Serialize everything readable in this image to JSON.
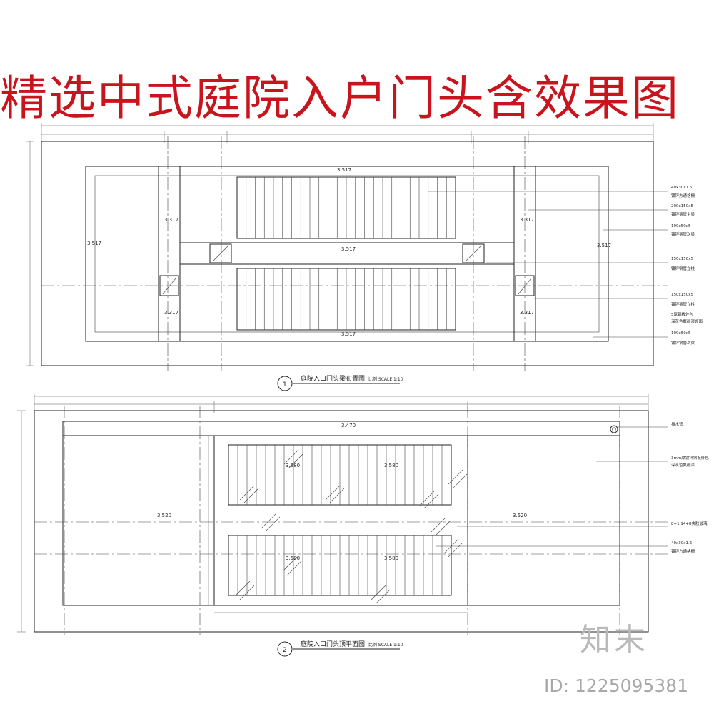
{
  "banner": {
    "title": "精选中式庭院入户门头含效果图"
  },
  "plan1": {
    "number": "1",
    "title": "庭院入口门头梁布置图",
    "scale": "比例 SCALE 1:10",
    "elevations": {
      "top_beam": "3.517",
      "mid_beam": "3.517",
      "bottom_beam": "3.517",
      "left_upper": "3.317",
      "left_lower": "3.317",
      "right_upper": "3.317",
      "right_lower": "3.317",
      "left_edge": "3.517",
      "right_edge": "3.517"
    },
    "callouts": [
      "40x30x1.6",
      "镀锌方通格栅",
      "200x150x5",
      "镀锌钢管主梁",
      "100x50x5",
      "镀锌钢管次梁",
      "150x150x5",
      "镀锌钢管立柱",
      "150x150x5",
      "镀锌钢管立柱",
      "5厚钢板外包",
      "深灰色氟碳漆饰面",
      "100x50x5",
      "镀锌钢管次梁"
    ]
  },
  "plan2": {
    "number": "2",
    "title": "庭院入口门头顶平面图",
    "scale": "比例 SCALE 1:10",
    "elevations": {
      "top": "3.470",
      "grille_left_upper": "3.580",
      "grille_right_upper": "3.580",
      "grille_left_lower": "3.580",
      "grille_right_lower": "3.580",
      "left": "3.520",
      "right": "3.520"
    },
    "callouts": [
      "排水管",
      "3mm厚镀锌钢板外包",
      "深灰色氟碳漆",
      "8+1.14+8夹胶玻璃",
      "40x30x1.6",
      "镀锌方通格栅"
    ]
  },
  "watermark": {
    "brand": "知末",
    "id": "ID: 1225095381"
  },
  "colors": {
    "banner_red": "#c8141c",
    "line": "#222222",
    "watermark_gray": "#b9b9b9"
  }
}
